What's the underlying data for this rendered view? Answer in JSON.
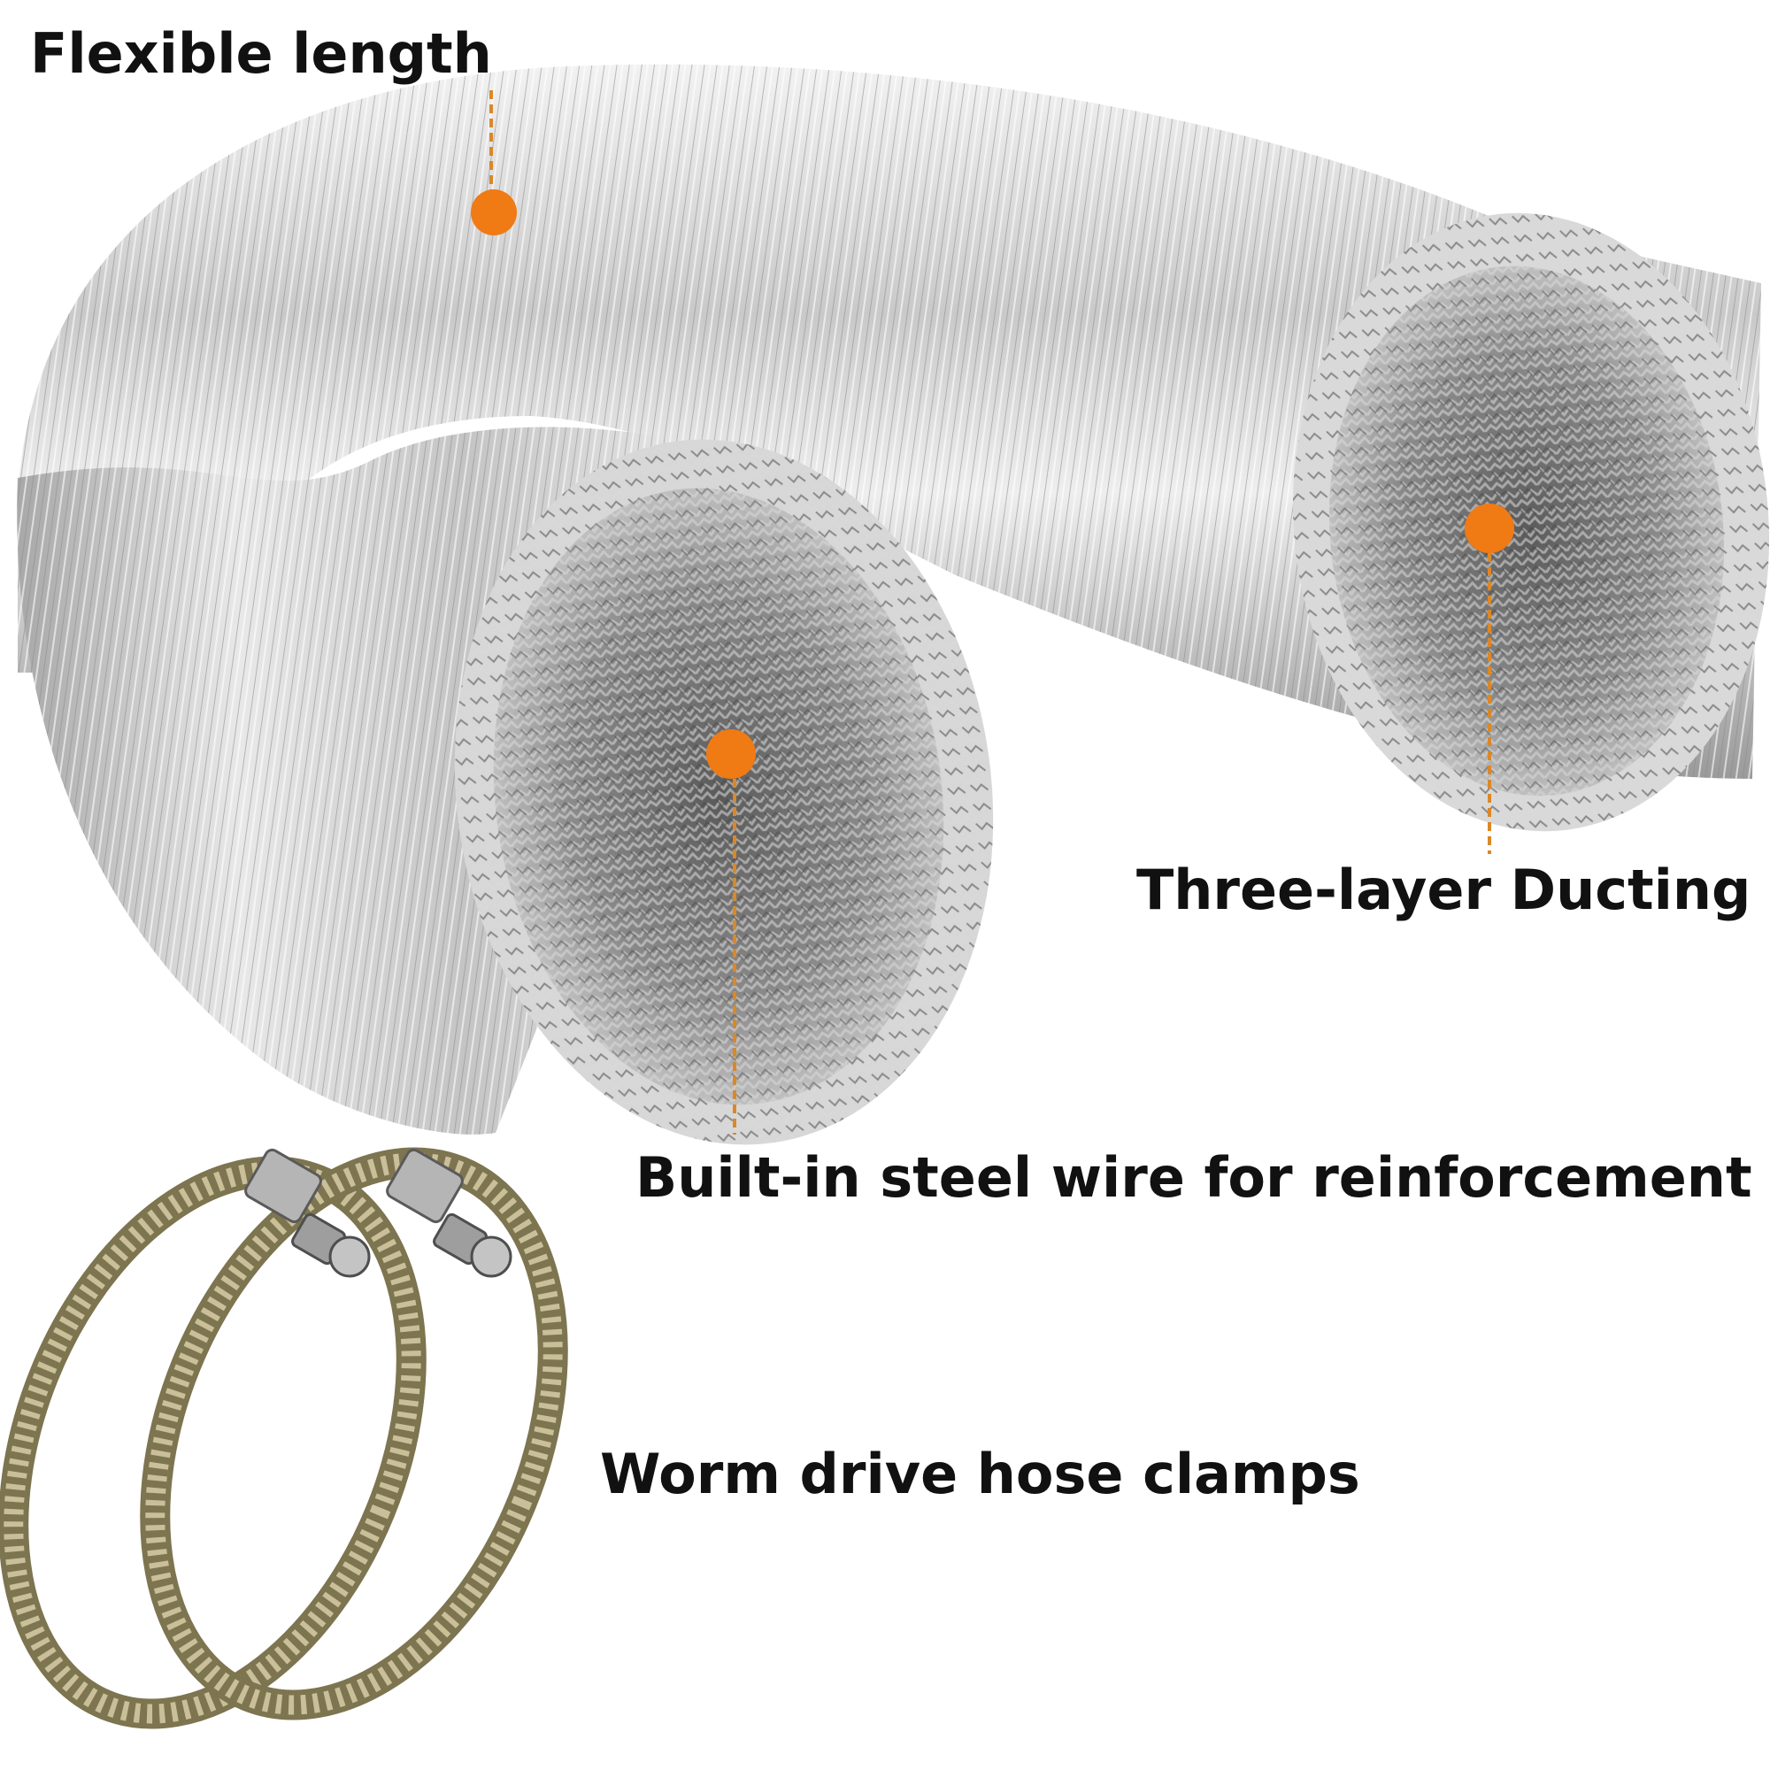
{
  "labels": {
    "flexible_length": "Flexible length",
    "three_layer": "Three-layer Ducting",
    "builtin_wire": "Built-in steel wire for reinforcement",
    "clamps": "Worm drive hose clamps"
  },
  "colors": {
    "background": "#ffffff",
    "text": "#111111",
    "marker": "#f07a14",
    "leader_line": "#d9882a",
    "foil_light": "#e6e6e6",
    "foil_mid": "#b8b8b8",
    "foil_dark": "#6e6e6e",
    "clamp_band": "#b8ae86",
    "clamp_band_dark": "#7d7450"
  },
  "icons": {
    "marker": "orange-dot-marker",
    "duct": "aluminum-flex-duct-illustration",
    "clamp": "worm-drive-hose-clamp-illustration"
  }
}
